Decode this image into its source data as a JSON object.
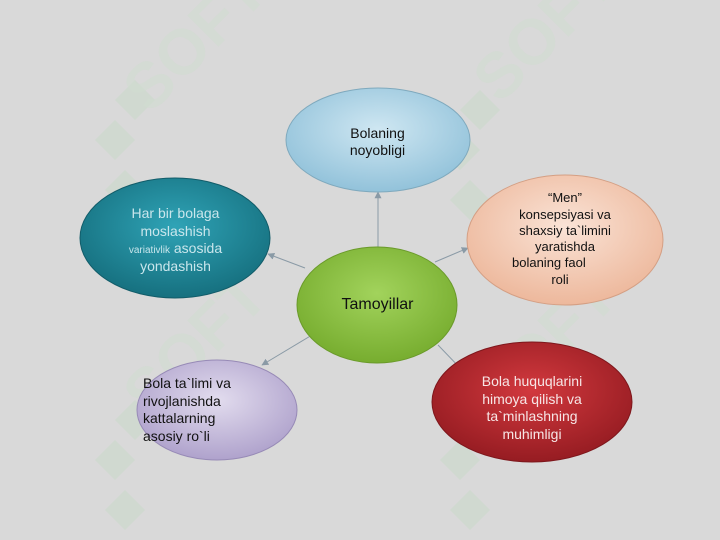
{
  "watermark": {
    "text": "SOFT"
  },
  "center": {
    "label": "Tamoyillar",
    "color": "#8cc540"
  },
  "nodes": {
    "top": {
      "lines": [
        "Bolaning",
        "noyobligi"
      ],
      "color": "#a9d2e6"
    },
    "right": {
      "lines": [
        "“Men”",
        "konsepsiyasi va",
        "shaxsiy ta`limini",
        "yaratishda",
        "bolaning faol",
        "roli"
      ],
      "color": "#f3cdb8"
    },
    "bottom_right": {
      "lines": [
        "Bola huquqlarini",
        "himoya qilish va",
        "ta`minlashning",
        "muhimligi"
      ],
      "color": "#b8282e"
    },
    "bottom_left": {
      "lines": [
        "Bola ta`limi va",
        "rivojlanishda",
        "kattalarning",
        "asosiy ro`li"
      ],
      "color": "#c9bfdc"
    },
    "left": {
      "line1": "Har bir bolaga",
      "line2": "moslashish",
      "line3_small": "variativlik",
      "line3_rest": " asosida",
      "line4": "yondashish",
      "color": "#1f8a9e"
    }
  }
}
